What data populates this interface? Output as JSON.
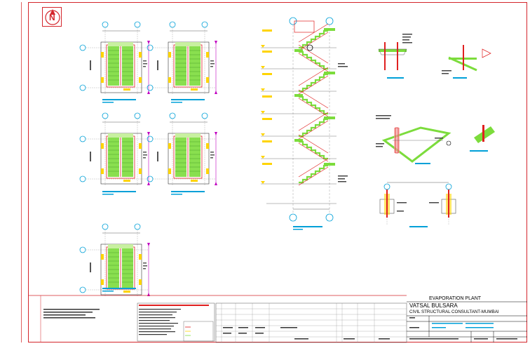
{
  "north_symbol": "N",
  "title_block": {
    "project": "EVAPORATION PLANT",
    "consultant_name": "VATSAL BULSARA",
    "consultant_role": "CIVIL STRUCTURAL CONSULTANT-MUMBAI"
  },
  "colors": {
    "border": "#d4262c",
    "staircase_fill": "#7cdc3c",
    "handrail": "#e02020",
    "grid_bubble": "#00a0d8",
    "label": "#00a0d8",
    "dimension": "#ffd400",
    "section_line": "#c000c0"
  }
}
